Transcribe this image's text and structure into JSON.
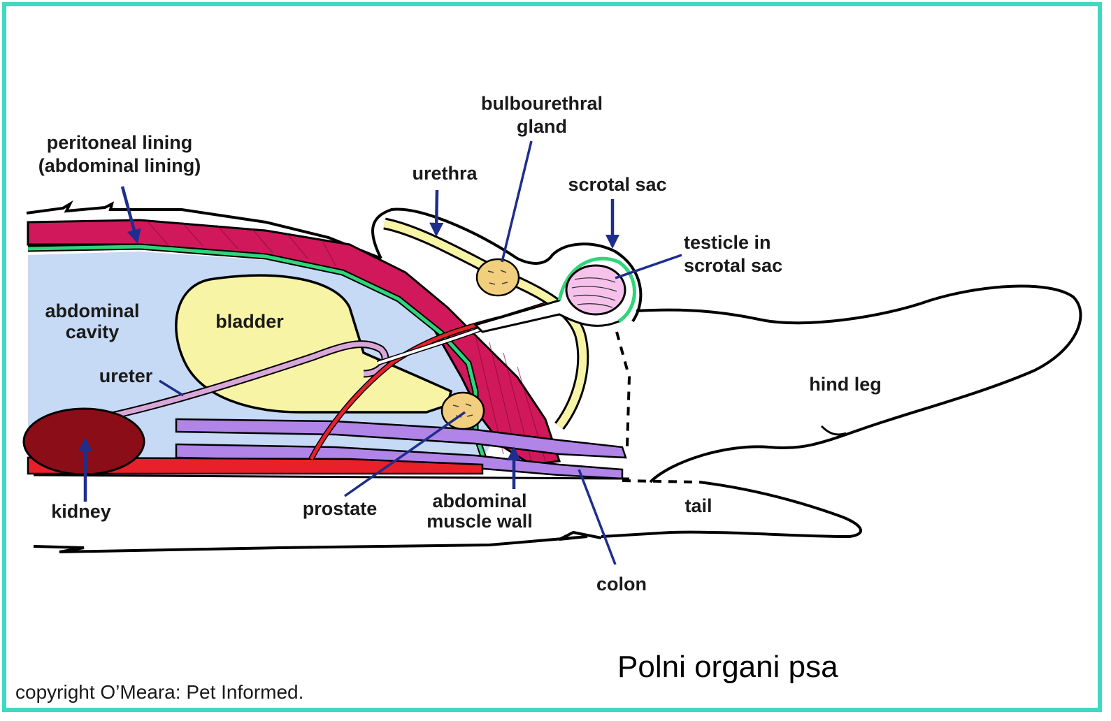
{
  "labels": {
    "peritoneal_lining": "peritoneal lining",
    "peritoneal_lining_sub": "(abdominal lining)",
    "bulbourethral": "bulbourethral",
    "bulbourethral_sub": "gland",
    "urethra": "urethra",
    "scrotal_sac": "scrotal sac",
    "testicle": "testicle in",
    "testicle_sub": "scrotal sac",
    "abdominal_cavity": "abdominal",
    "abdominal_cavity_sub": "cavity",
    "bladder": "bladder",
    "ureter": "ureter",
    "hind_leg": "hind leg",
    "kidney": "kidney",
    "prostate": "prostate",
    "abdominal_muscle_wall": "abdominal",
    "abdominal_muscle_wall_sub": "muscle wall",
    "tail": "tail",
    "colon": "colon"
  },
  "caption": "Polni organi psa",
  "copyright": "copyright O’Meara: Pet Informed.",
  "colors": {
    "frame": "#40D8C0",
    "muscle": "#D1185A",
    "lining": "#2ED67A",
    "cavity": "#C6D9F5",
    "bladder": "#F7F4A6",
    "kidney": "#8B0D17",
    "artery": "#E8202A",
    "vessel": "#B184E8",
    "gland": "#F2CF7E",
    "testicle": "#F6C2EC",
    "ureter": "#D8A6D8",
    "arrow": "#1E2E8C"
  }
}
